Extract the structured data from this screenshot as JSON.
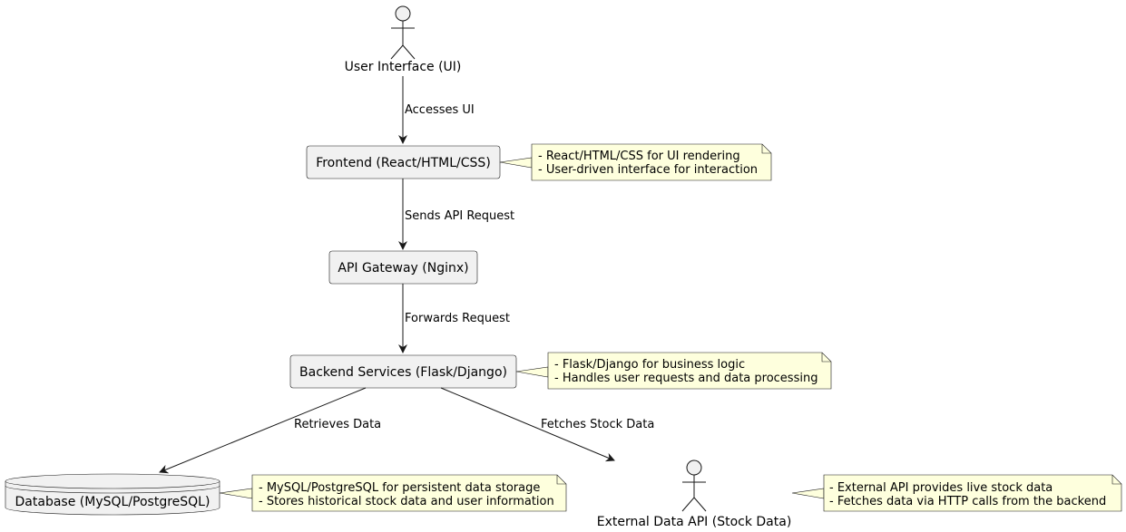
{
  "colors": {
    "node_fill": "#f1f1f1",
    "node_stroke": "#181818",
    "note_fill": "#feffdd",
    "note_stroke": "#181818",
    "edge": "#181818"
  },
  "nodes": {
    "user_interface": "User Interface (UI)",
    "frontend": "Frontend (React/HTML/CSS)",
    "api_gateway": "API Gateway (Nginx)",
    "backend": "Backend Services (Flask/Django)",
    "database": "Database (MySQL/PostgreSQL)",
    "external_api": "External Data API (Stock Data)"
  },
  "edges": {
    "accesses_ui": "Accesses UI",
    "sends_api_request": "Sends API Request",
    "forwards_request": "Forwards Request",
    "retrieves_data": "Retrieves Data",
    "fetches_stock_data": "Fetches Stock Data"
  },
  "notes": {
    "frontend": [
      "- React/HTML/CSS for UI rendering",
      "- User-driven interface for interaction"
    ],
    "backend": [
      "- Flask/Django for business logic",
      "- Handles user requests and data processing"
    ],
    "database": [
      "- MySQL/PostgreSQL for persistent data storage",
      "- Stores historical stock data and user information"
    ],
    "external_api": [
      "- External API provides live stock data",
      "- Fetches data via HTTP calls from the backend"
    ]
  }
}
